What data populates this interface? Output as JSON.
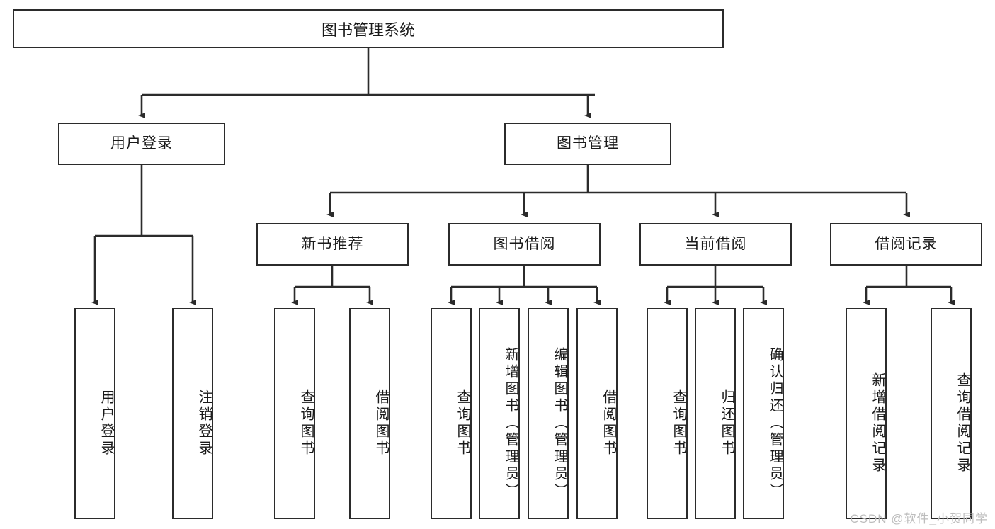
{
  "diagram": {
    "title": "图书管理系统",
    "type": "tree",
    "watermark": "CSDN @软件_小贺同学",
    "colors": {
      "border": "#2b2b2b",
      "background": "#ffffff",
      "text": "#1a1a1a",
      "watermark": "#bdbdbd"
    },
    "root": {
      "label": "图书管理系统"
    },
    "level2": [
      {
        "id": "user-login",
        "label": "用户登录"
      },
      {
        "id": "book-manage",
        "label": "图书管理"
      }
    ],
    "level3": [
      {
        "id": "new-book-rec",
        "label": "新书推荐"
      },
      {
        "id": "book-borrow",
        "label": "图书借阅"
      },
      {
        "id": "current-borrow",
        "label": "当前借阅"
      },
      {
        "id": "borrow-record",
        "label": "借阅记录"
      }
    ],
    "leaves": {
      "user_login": [
        {
          "id": "leaf-user-login",
          "label": "用户登录"
        },
        {
          "id": "leaf-user-logout",
          "label": "注销登录"
        }
      ],
      "new_book_rec": [
        {
          "id": "leaf-query-book-1",
          "label": "查询图书"
        },
        {
          "id": "leaf-borrow-book-1",
          "label": "借阅图书"
        }
      ],
      "book_borrow": [
        {
          "id": "leaf-query-book-2",
          "label": "查询图书"
        },
        {
          "id": "leaf-add-book",
          "label": "新增图书（管理员）"
        },
        {
          "id": "leaf-edit-book",
          "label": "编辑图书（管理员）"
        },
        {
          "id": "leaf-borrow-book-2",
          "label": "借阅图书"
        }
      ],
      "current_borrow": [
        {
          "id": "leaf-query-book-3",
          "label": "查询图书"
        },
        {
          "id": "leaf-return-book",
          "label": "归还图书"
        },
        {
          "id": "leaf-confirm-return",
          "label": "确认归还（管理员）"
        }
      ],
      "borrow_record": [
        {
          "id": "leaf-add-record",
          "label": "新增借阅记录"
        },
        {
          "id": "leaf-query-record",
          "label": "查询借阅记录"
        }
      ]
    }
  }
}
